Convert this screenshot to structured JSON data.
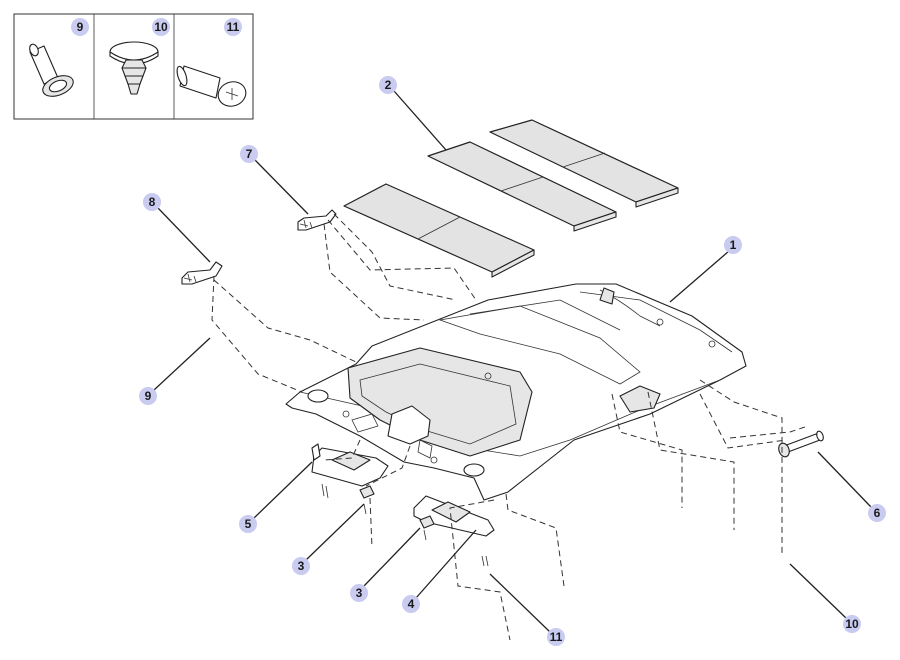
{
  "diagram": {
    "callouts": [
      {
        "id": "c1",
        "label": "1"
      },
      {
        "id": "c2",
        "label": "2"
      },
      {
        "id": "c3a",
        "label": "3"
      },
      {
        "id": "c3b",
        "label": "3"
      },
      {
        "id": "c4",
        "label": "4"
      },
      {
        "id": "c5",
        "label": "5"
      },
      {
        "id": "c6",
        "label": "6"
      },
      {
        "id": "c7",
        "label": "7"
      },
      {
        "id": "c8",
        "label": "8"
      },
      {
        "id": "c9",
        "label": "9"
      },
      {
        "id": "c10",
        "label": "10"
      },
      {
        "id": "c11",
        "label": "11"
      }
    ],
    "legend": [
      {
        "id": "k9",
        "label": "9"
      },
      {
        "id": "k10",
        "label": "10"
      },
      {
        "id": "k11",
        "label": "11"
      }
    ]
  },
  "colors": {
    "bubble": "#c9cbf0",
    "line": "#222222",
    "pad": "#e3e3e3"
  }
}
